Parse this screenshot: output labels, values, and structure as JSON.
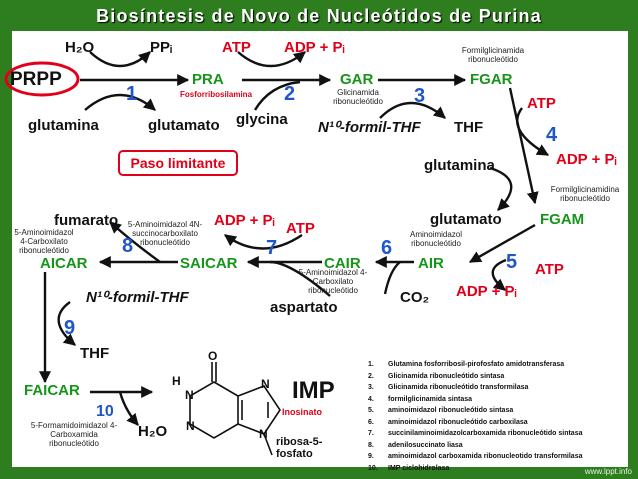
{
  "title": "Biosíntesis de Novo de Nucleótidos de Purina",
  "labels": {
    "h2o_top": "H₂O",
    "ppi": "PPᵢ",
    "atp1": "ATP",
    "adp_pi1": "ADP + Pᵢ",
    "prpp": "PRPP",
    "pra": "PRA",
    "fosforribosilamina": "Fosforribosilamina",
    "gar": "GAR",
    "glicinamida": "Glicinamida ribonucleótido",
    "fgar": "FGAR",
    "formilglicinamida": "Formilglicinamida ribonucleótido",
    "glutamina1": "glutamina",
    "glutamato1": "glutamato",
    "glycina": "glycina",
    "n10_formil1": "N¹⁰-formil-THF",
    "thf1": "THF",
    "atp4": "ATP",
    "adp_pi4": "ADP + Pᵢ",
    "glutamina2": "glutamina",
    "formilglicinamidina": "Formilglicinamidina ribonucleótido",
    "glutamato2": "glutamato",
    "fgam": "FGAM",
    "paso_limitante": "Paso limitante",
    "fumarato": "fumarato",
    "aminoimidazol_succino": "5-Aminoimidazol 4N-succinocarboxilato ribonucleótido",
    "adp_pi7": "ADP + Pᵢ",
    "atp7": "ATP",
    "aminoimidazol_ribo": "Aminoimidazol ribonucleótido",
    "aminoimidazol_carboxamida": "5-Aminoimidazol 4-Carboxilato ribonucleótido",
    "aicar": "AICAR",
    "saicar": "SAICAR",
    "cair": "CAIR",
    "air": "AIR",
    "carboxilato": "5-Aminoimidazol 4-Carboxilato ribonucleótido",
    "co2": "CO₂",
    "atp5": "ATP",
    "adp_pi5": "ADP + Pᵢ",
    "n10_formil2": "N¹⁰-formil-THF",
    "aspartato": "aspartato",
    "thf2": "THF",
    "faicar": "FAICAR",
    "formamidoimidazol": "5-Formamidoimidazol 4-Carboxamida ribonucleótido",
    "h2o_bottom": "H₂O",
    "imp": "IMP",
    "inosinato": "Inosinato",
    "ribosa": "ribosa-5-fosfato"
  },
  "steps": [
    "1",
    "2",
    "3",
    "4",
    "5",
    "6",
    "7",
    "8",
    "9",
    "10"
  ],
  "legend": [
    {
      "n": "1.",
      "text": "Glutamina fosforribosil-pirofosfato amidotransferasa"
    },
    {
      "n": "2.",
      "text": "Glicinamida ribonucleótido sintasa"
    },
    {
      "n": "3.",
      "text": "Glicinamida ribonucleótido transformilasa"
    },
    {
      "n": "4.",
      "text": "formilglicinamida sintasa"
    },
    {
      "n": "5.",
      "text": "aminoimidazol ribonucleótido sintasa"
    },
    {
      "n": "6.",
      "text": "aminoimidazol ribonucleótido carboxilasa"
    },
    {
      "n": "7.",
      "text": "succinilaminoimidazolcarboxamida ribonucleótido sintasa"
    },
    {
      "n": "8.",
      "text": "adenilosuccinato liasa"
    },
    {
      "n": "9.",
      "text": "aminoimidazol carboxamida ribonucleotido transformilasa"
    },
    {
      "n": "10.",
      "text": "IMP ciclohidrolasa"
    }
  ],
  "structure": {
    "o": "O",
    "hn": "H",
    "n1": "N",
    "n2": "N",
    "n3": "N",
    "n4": "N"
  },
  "footer": "www.lppt.info",
  "colors": {
    "frame": "#2e7d1e",
    "red": "#e0001a",
    "blue": "#1f56c8",
    "green": "#17951b"
  }
}
